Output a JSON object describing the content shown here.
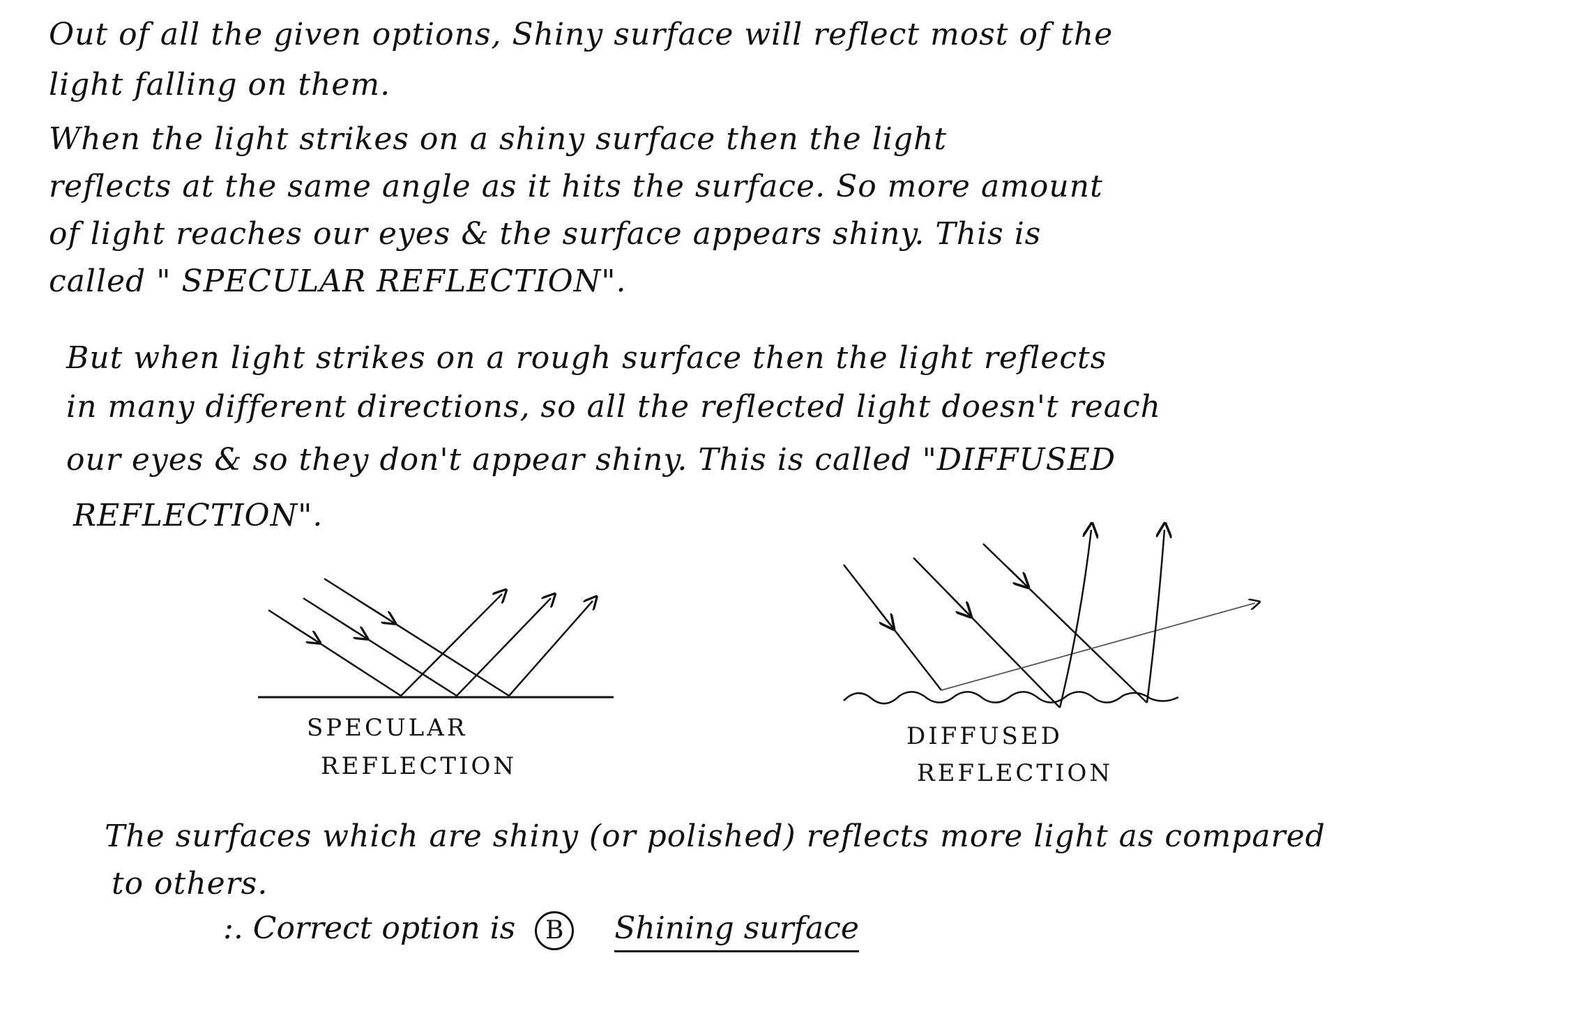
{
  "paragraphs": {
    "p1": [
      "Out of all the given options, Shiny surface will reflect most of the",
      "light falling on them."
    ],
    "p2": [
      "When the light strikes on a shiny surface then the light",
      "reflects at the same angle as it hits the surface. So more amount",
      "of light reaches our eyes & the surface appears shiny. This is",
      "called \" SPECULAR REFLECTION\"."
    ],
    "p3": [
      "But when light strikes on a rough surface then the light reflects",
      "in many different directions, so all the reflected light doesn't reach",
      "our eyes & so they don't appear shiny. This is called \"DIFFUSED",
      "REFLECTION\"."
    ],
    "p4": [
      "The surfaces which are shiny (or polished) reflects more light as compared",
      "to others."
    ]
  },
  "diagrams": {
    "specular": {
      "caption_line1": "SPECULAR",
      "caption_line2": "REFLECTION"
    },
    "diffused": {
      "caption_line1": "DIFFUSED",
      "caption_line2": "REFLECTION"
    }
  },
  "answer": {
    "prefix": ":. Correct option is",
    "option_letter": "B",
    "option_text": "Shining surface"
  }
}
